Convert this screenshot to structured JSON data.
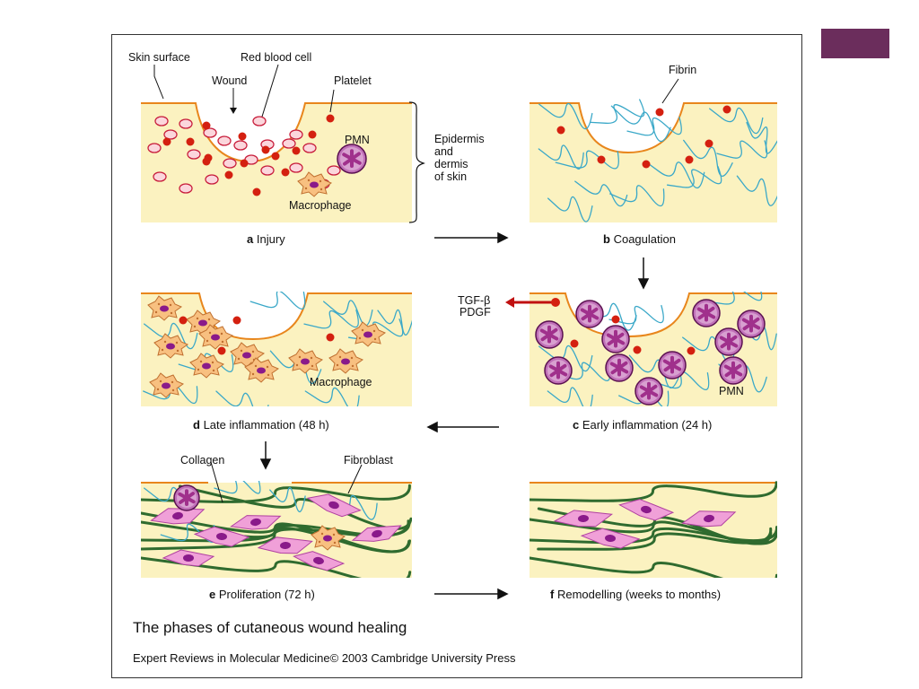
{
  "slide": {
    "accent_color": "#6b2d5c",
    "figure_title": "The phases of cutaneous wound healing",
    "credit": "Expert Reviews in Molecular Medicine© 2003 Cambridge University Press"
  },
  "colors": {
    "tissue": "#fbf2c0",
    "skin_line": "#e8861c",
    "rbc_fill": "#fbd6dc",
    "rbc_stroke": "#c81e3c",
    "platelet": "#d42010",
    "fibrin": "#3aa8c8",
    "pmn": "#a0308c",
    "macrophage": "#f8c080",
    "fibroblast": "#f0a0d8",
    "collagen": "#2f6b2f"
  },
  "labels": {
    "skin_surface": "Skin surface",
    "red_blood_cell": "Red blood cell",
    "wound": "Wound",
    "platelet": "Platelet",
    "pmn": "PMN",
    "macrophage": "Macrophage",
    "fibrin": "Fibrin",
    "tgf": "TGF-β",
    "pdgf": "PDGF",
    "macrophage_d": "Macrophage",
    "pmn_c": "PMN",
    "collagen": "Collagen",
    "fibroblast": "Fibroblast",
    "brace_lines": [
      "Epidermis",
      "and",
      "dermis",
      "of skin"
    ]
  },
  "panels": [
    {
      "letter": "a",
      "caption": "Injury"
    },
    {
      "letter": "b",
      "caption": "Coagulation"
    },
    {
      "letter": "c",
      "caption": "Early inflammation (24 h)"
    },
    {
      "letter": "d",
      "caption": "Late inflammation (48 h)"
    },
    {
      "letter": "e",
      "caption": "Proliferation (72 h)"
    },
    {
      "letter": "f",
      "caption": "Remodelling (weeks to months)"
    }
  ]
}
